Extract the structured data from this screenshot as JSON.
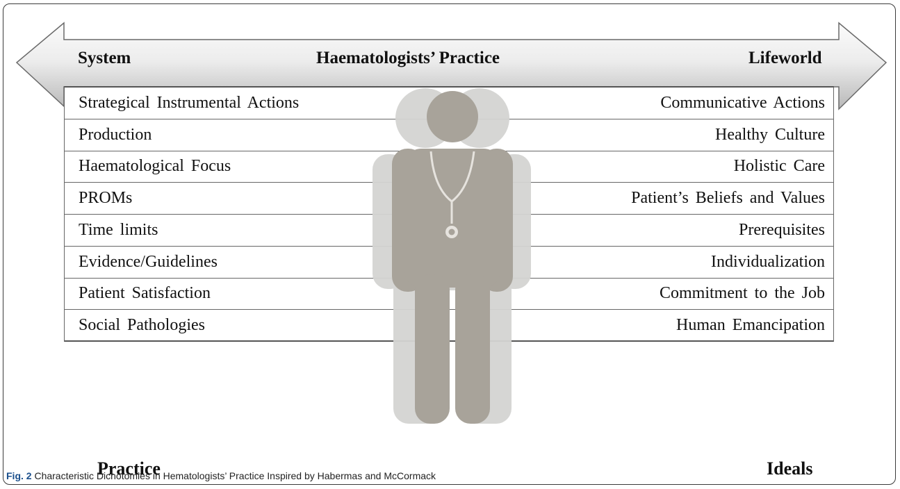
{
  "header": {
    "left": "System",
    "center": "Haematologists’ Practice",
    "right": "Lifeworld"
  },
  "rows": [
    {
      "left": "Strategical Instrumental Actions",
      "right": "Communicative Actions"
    },
    {
      "left": "Production",
      "right": "Healthy Culture"
    },
    {
      "left": "Haematological Focus",
      "right": "Holistic Care"
    },
    {
      "left": "PROMs",
      "right": "Patient’s Beliefs and Values"
    },
    {
      "left": "Time limits",
      "right": "Prerequisites"
    },
    {
      "left": "Evidence/Guidelines",
      "right": "Individualization"
    },
    {
      "left": "Patient Satisfaction",
      "right": "Commitment to the Job"
    },
    {
      "left": "Social Pathologies",
      "right": "Human Emancipation"
    }
  ],
  "footer": {
    "left": "Practice",
    "right": "Ideals"
  },
  "caption": {
    "label": "Fig. 2",
    "text": " Characteristic Dichotomies in Hematologists’ Practice Inspired by Habermas and McCormack"
  },
  "colors": {
    "figure_front": "#a8a39a",
    "figure_back": "#d4d4d2",
    "stethoscope": "#e6e3de",
    "arrow_light": "#f7f7f7",
    "arrow_dark": "#b5b5b5"
  },
  "icons": {
    "figure": "doctor-with-stethoscope-icon",
    "arrow": "double-headed-arrow"
  }
}
